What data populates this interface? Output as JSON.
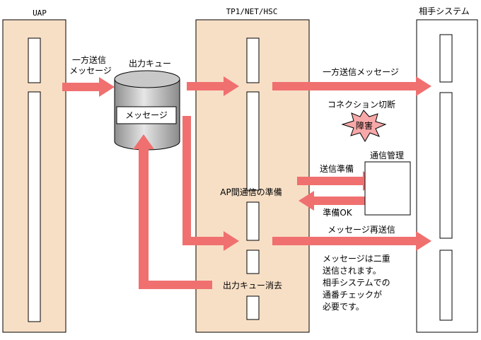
{
  "columns": {
    "uap": "UAP",
    "tp1": "TP1/NET/HSC",
    "remote": "相手システム"
  },
  "queue": {
    "title": "出力キュー",
    "message_box": "メッセージ"
  },
  "labels": {
    "one_way_send_line1": "一方送信",
    "one_way_send_line2": "メッセージ",
    "one_way_message": "一方送信メッセージ",
    "connection_cut": "コネクション切断",
    "fault": "障害",
    "comm_mgmt": "通信管理",
    "send_prep": "送信準備",
    "prep_ok": "準備OK",
    "ap_comm_prep": "AP間通信の準備",
    "message_resend": "メッセージ再送信",
    "queue_delete": "出力キュー消去"
  },
  "notes": [
    "メッセージは二重",
    "送信されます。",
    "相手システムでの",
    "通番チェックが",
    "必要です。"
  ],
  "colors": {
    "column_fill": "#f7dfc6",
    "arrow": "#f07070",
    "burst": "#f7a8a8",
    "cylinder": "#bfbfbf"
  }
}
